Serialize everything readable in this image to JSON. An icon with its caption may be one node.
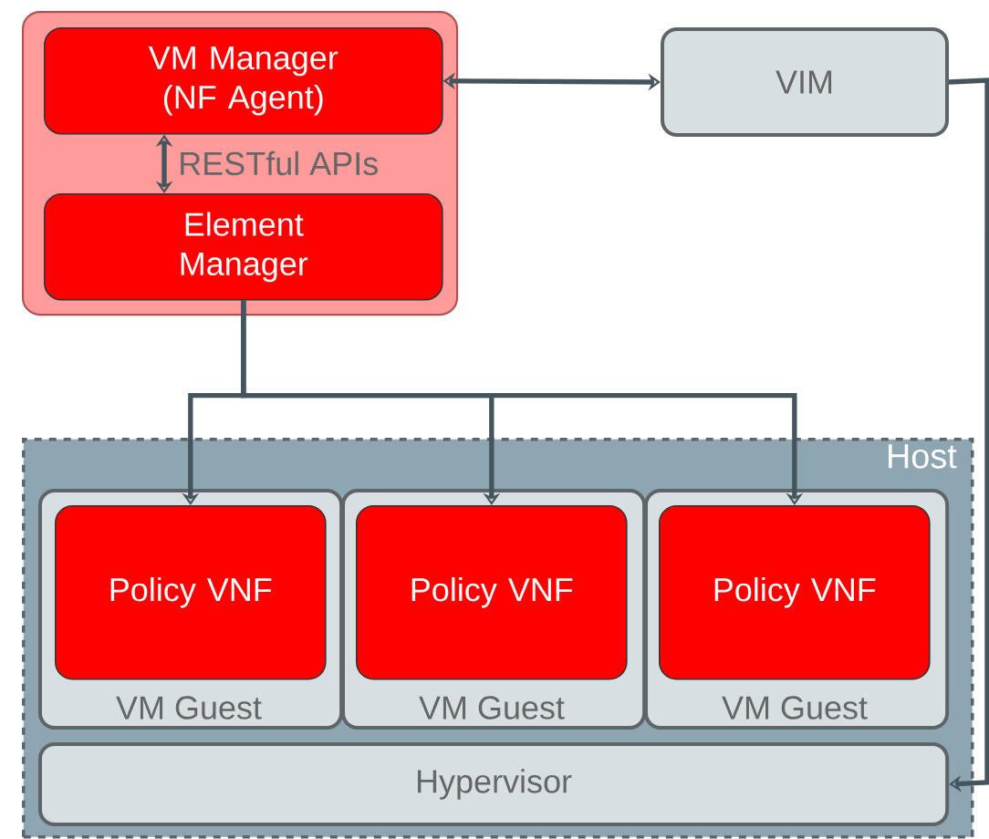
{
  "diagram": {
    "nodes": [
      {
        "text": [],
        "shape": "box"
      },
      {
        "text": [
          "VM Manager (NF Agent)"
        ],
        "in": 0
      },
      {
        "text": [
          "Element Manager"
        ],
        "in": 0
      },
      {
        "text": [
          "VIM"
        ]
      },
      {
        "text": [
          "Host"
        ]
      },
      {
        "text": [
          "VM Guest"
        ],
        "in": 4
      },
      {
        "text": [
          "Policy VNF"
        ],
        "in": 5
      },
      {
        "text": [
          "VM Guest"
        ],
        "in": 4
      },
      {
        "text": [
          "Policy VNF"
        ],
        "in": 7
      },
      {
        "text": [
          "VM Guest"
        ],
        "in": 4
      },
      {
        "text": [
          "Policy VNF"
        ],
        "in": 9
      },
      {
        "text": [
          "Hypervisor"
        ],
        "in": 4
      }
    ],
    "edges": [
      {
        "from": 1,
        "to": 3,
        "arrow": "both"
      },
      {
        "from": 1,
        "to": 2,
        "arrow": "both",
        "label": "RESTful APIs"
      },
      {
        "from": 2,
        "to": 6,
        "arrow": "to"
      },
      {
        "from": 2,
        "to": 8,
        "arrow": "to"
      },
      {
        "from": 2,
        "to": 10,
        "arrow": "to"
      },
      {
        "from": 3,
        "to": 11,
        "arrow": "to"
      }
    ]
  }
}
